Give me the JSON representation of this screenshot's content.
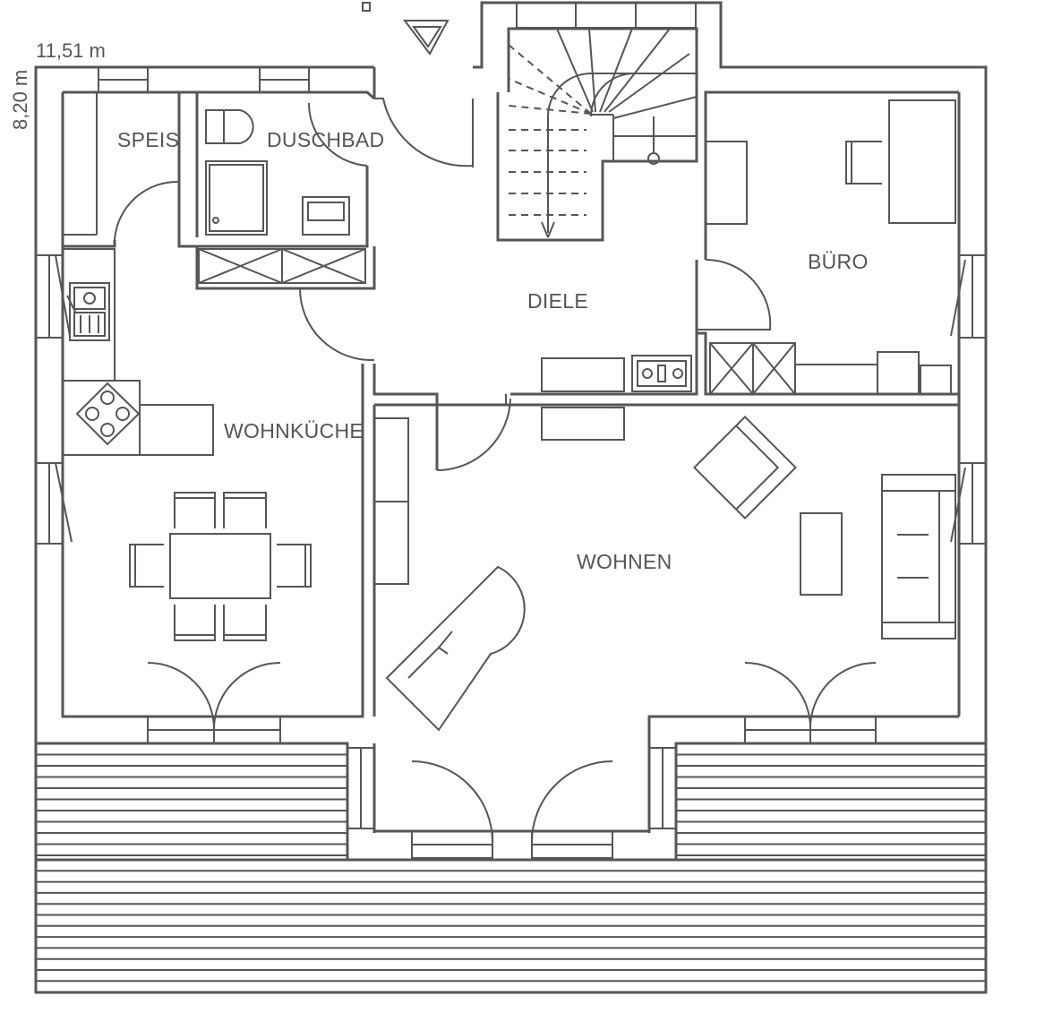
{
  "dimensions": {
    "width": "11,51 m",
    "depth": "8,20 m"
  },
  "rooms": {
    "speis": "SPEIS",
    "duschbad": "DUSCHBAD",
    "diele": "DIELE",
    "buero": "BÜRO",
    "wohnkueche": "WOHNKÜCHE",
    "wohnen": "WOHNEN"
  },
  "colors": {
    "line": "#55555a",
    "text": "#555559",
    "background": "#ffffff"
  },
  "icons": {
    "north_arrow": "north-arrow-icon"
  }
}
